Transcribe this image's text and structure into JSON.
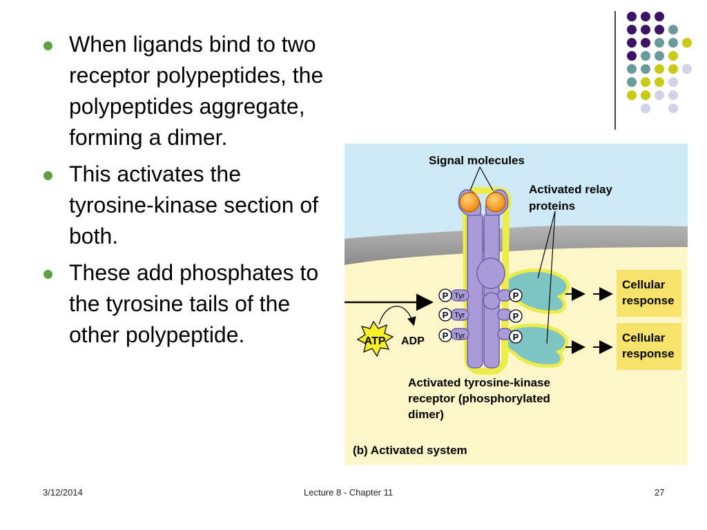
{
  "bullets": [
    "When ligands bind to two receptor polypeptides, the polypeptides aggregate, forming a dimer.",
    "This activates the tyrosine-kinase section of both.",
    "These add phosphates to the tyrosine tails of the other polypeptide."
  ],
  "figure": {
    "signal_label": "Signal molecules",
    "relay_label_1": "Activated relay",
    "relay_label_2": "proteins",
    "tyr": "Tyr",
    "p": "P",
    "atp": "ATP",
    "adp": "ADP",
    "response_1a": "Cellular",
    "response_1b": "response",
    "response_2a": "Cellular",
    "response_2b": "response",
    "receptor_label_1": "Activated tyrosine-kinase",
    "receptor_label_2": "receptor (phosphorylated",
    "receptor_label_3": "dimer)",
    "caption": "(b) Activated system"
  },
  "footer": {
    "date": "3/12/2014",
    "title": "Lecture 8 - Chapter 11",
    "page": "27"
  },
  "colors": {
    "bullet": "#5fa043",
    "purple": "#3d1464",
    "teal": "#6b9a9c",
    "olive": "#c9c91a",
    "lavender": "#d3d3e8",
    "receptor": "#a99ad8",
    "relay": "#7fc4c4",
    "response_box": "#f7e36a",
    "membrane": "#9a9a9a",
    "outside": "#cdeaf6",
    "inside": "#fdf6c8"
  }
}
